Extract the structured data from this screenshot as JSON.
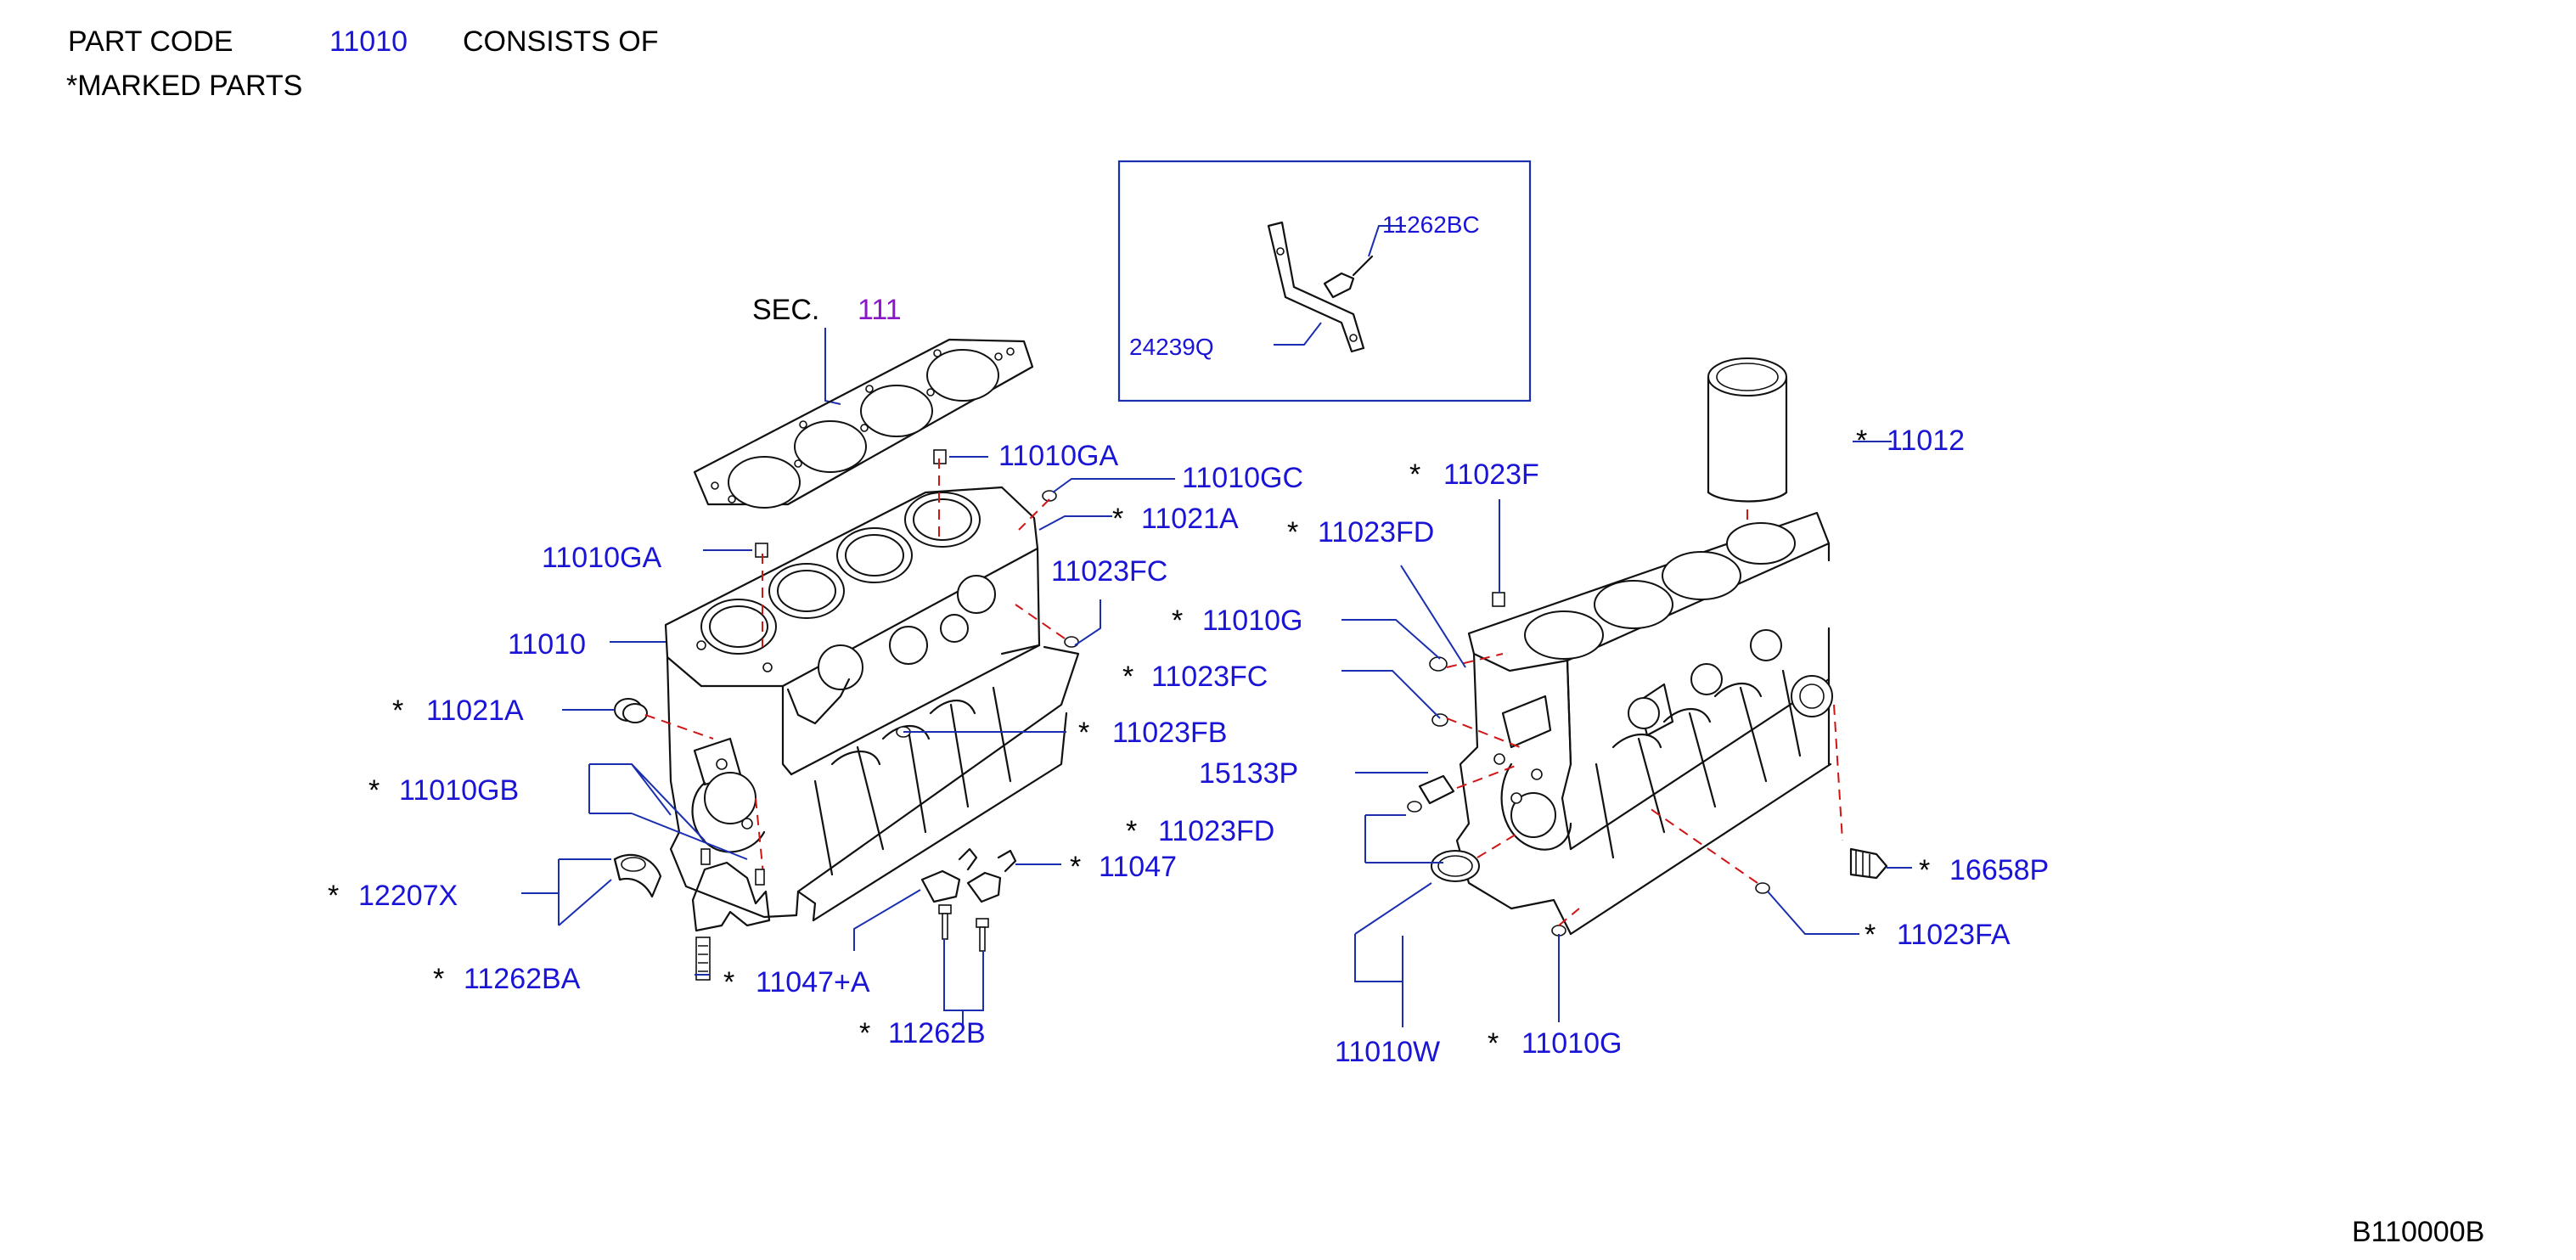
{
  "header": {
    "line1_prefix": "PART  CODE",
    "line1_code": "11010",
    "line1_suffix": "CONSISTS  OF",
    "line2": "*MARKED  PARTS"
  },
  "diagram_id": "B110000B",
  "section_ref": {
    "prefix": "SEC.",
    "number": "111"
  },
  "inset": {
    "labels": [
      "11262BC",
      "24239Q"
    ]
  },
  "marker": "*",
  "colors": {
    "label": "#1a14d6",
    "section": "#8a17c8",
    "centerline": "#d11414",
    "leader": "#1a2fb0"
  },
  "left_assembly": {
    "labels": {
      "l_11010ga_top": "11010GA",
      "l_11010gc": "11010GC",
      "l_11021a_top": "11021A",
      "l_11010ga_left": "11010GA",
      "l_11023fc_left": "11023FC",
      "l_11010": "11010",
      "l_11021a_left": "11021A",
      "l_11023fb": "11023FB",
      "l_11010gb": "11010GB",
      "l_12207x": "12207X",
      "l_11262ba": "11262BA",
      "l_11047a": "11047+A",
      "l_11047": "11047",
      "l_11262b": "11262B"
    }
  },
  "right_assembly": {
    "labels": {
      "r_11023f": "11023F",
      "r_11012": "11012",
      "r_11023fd_top": "11023FD",
      "r_11010g_top": "11010G",
      "r_11023fc": "11023FC",
      "r_15133p": "15133P",
      "r_11023fd_mid": "11023FD",
      "r_16658p": "16658P",
      "r_11023fa": "11023FA",
      "r_11010w": "11010W",
      "r_11010g_bottom": "11010G"
    }
  }
}
